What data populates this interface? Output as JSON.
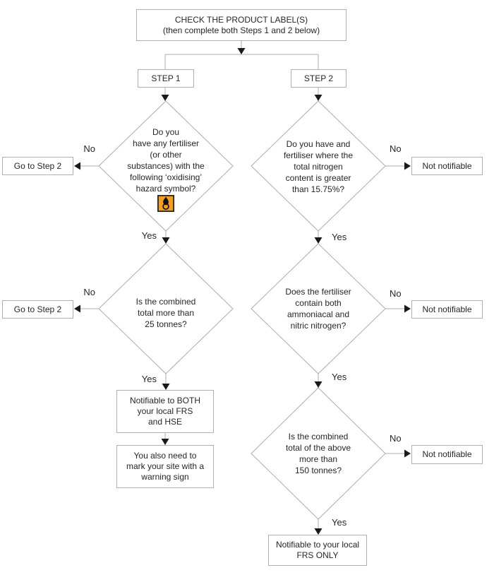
{
  "labels": {
    "yes": "Yes",
    "no": "No"
  },
  "start": {
    "title": "CHECK THE PRODUCT LABEL(S)",
    "subtitle": "(then complete both Steps 1 and 2 below)"
  },
  "step1": {
    "header": "STEP 1",
    "question1": "Do you\nhave any fertiliser\n(or other\nsubstances) with the\nfollowing ‘oxidising’\nhazard symbol?",
    "question2": "Is the combined\ntotal more than\n25 tonnes?",
    "outcome_no": "Go to Step 2",
    "outcome_yes": "Notifiable to BOTH\nyour local FRS\nand HSE",
    "outcome_note": "You also need to\nmark your site with a\nwarning sign"
  },
  "step2": {
    "header": "STEP 2",
    "question1": "Do you have and\nfertiliser where the\ntotal nitrogen\ncontent is greater\nthan 15.75%?",
    "question2": "Does the fertiliser\ncontain both\nammoniacal and\nnitric nitrogen?",
    "question3": "Is the combined\ntotal of the above\nmore than\n150 tonnes?",
    "outcome_no": "Not notifiable",
    "outcome_yes": "Notifiable to your local\nFRS ONLY"
  },
  "icons": {
    "oxidising_hazard": "flame-over-circle-oxidising-symbol"
  },
  "colors": {
    "hazard_orange": "#f0a125",
    "line_gray": "#adadad",
    "box_border_gray": "#b0b0b0",
    "arrow_black": "#1a1a1a",
    "text": "#262626"
  }
}
